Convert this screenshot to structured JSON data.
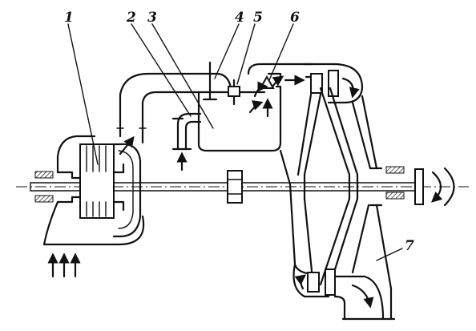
{
  "callouts": [
    {
      "id": "c1",
      "label": "1"
    },
    {
      "id": "c2",
      "label": "2"
    },
    {
      "id": "c3",
      "label": "3"
    },
    {
      "id": "c4",
      "label": "4"
    },
    {
      "id": "c5",
      "label": "5"
    },
    {
      "id": "c6",
      "label": "6"
    },
    {
      "id": "c7",
      "label": "7"
    }
  ],
  "colors": {
    "line": "#111111",
    "background": "#ffffff"
  }
}
